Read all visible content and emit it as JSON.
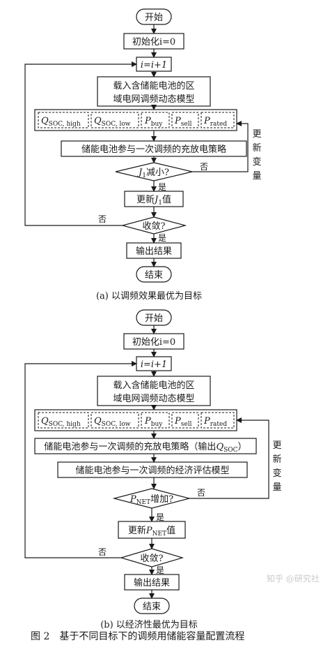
{
  "a": {
    "start": "开始",
    "init": "初始化i=0",
    "incr": "i=i+1",
    "load_model": [
      "载入含储能电池的区",
      "域电网调频动态模型"
    ],
    "vars": [
      "Q_SOC, high",
      "Q_SOC, low",
      "P_buy",
      "P_sell",
      "P_rated"
    ],
    "strategy": "储能电池参与一次调频的充放电策略",
    "decision1": "J1减小?",
    "update": "更新J1值",
    "decision2": "收敛?",
    "output": "输出结果",
    "end": "结束",
    "yes": "是",
    "no": "否",
    "side_label": "更新变量",
    "caption": "(a) 以调频效果最优为目标"
  },
  "b": {
    "start": "开始",
    "init": "初始化i=0",
    "incr": "i=i+1",
    "load_model": [
      "载入含储能电池的区",
      "域电网调频动态模型"
    ],
    "vars": [
      "Q_SOC, high",
      "Q_SOC, low",
      "P_buy",
      "P_sell",
      "P_rated"
    ],
    "strategy": "储能电池参与一次调频的充放电策略（输出Q_SOC）",
    "econ_model": "储能电池参与一次调频的经济评估模型",
    "decision1": "P_NET增加?",
    "update": "更新P_NET值",
    "decision2": "收敛?",
    "output": "输出结果",
    "end": "结束",
    "yes": "是",
    "no": "否",
    "side_label": "更新变量",
    "caption": "(b) 以经济性最优为目标"
  },
  "figure_caption": "图 2　基于不同目标下的调频用储能容量配置流程",
  "watermark": "知乎 @研究社"
}
